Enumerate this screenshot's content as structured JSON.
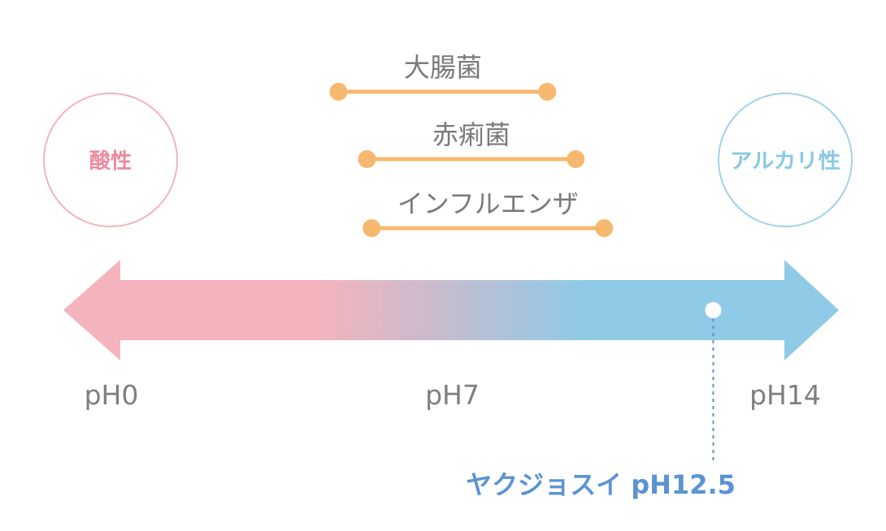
{
  "colors": {
    "acid": "#f4b3bd",
    "acid_text": "#ec8a9b",
    "acid_circle": "#f4b3bd",
    "alkali": "#8fcae7",
    "alkali_text": "#8cc9e7",
    "alkali_circle": "#9fd2ea",
    "range": "#f6b86e",
    "marker_label": "#5b93d3",
    "axis_text": "#7f7f7f"
  },
  "end_labels": {
    "acid": "酸性",
    "alkali": "アルカリ性"
  },
  "axis": {
    "min": 0,
    "max": 14,
    "ticks": [
      {
        "value": 0,
        "label": "pH0"
      },
      {
        "value": 7,
        "label": "pH7"
      },
      {
        "value": 14,
        "label": "pH14"
      }
    ]
  },
  "ranges": [
    {
      "label": "大腸菌",
      "start": 4.6,
      "end": 9.0
    },
    {
      "label": "赤痢菌",
      "start": 5.2,
      "end": 9.6
    },
    {
      "label": "インフルエンザ",
      "start": 5.3,
      "end": 10.2
    }
  ],
  "marker": {
    "value": 12.5,
    "label": "ヤクジョスイ pH12.5"
  }
}
